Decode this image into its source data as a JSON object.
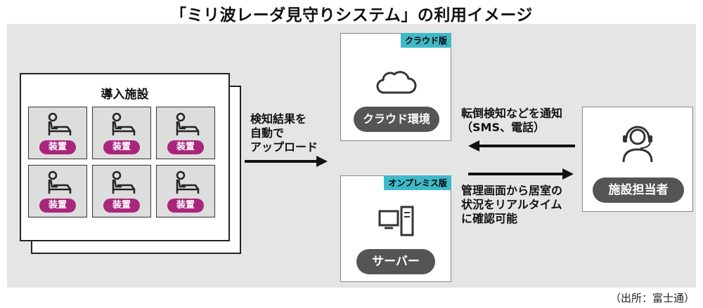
{
  "title": "「ミリ波レーダ見守りシステム」の利用イメージ",
  "facility": {
    "title": "導入施設",
    "device_label": "装置",
    "devices": [
      "装置",
      "装置",
      "装置",
      "装置",
      "装置",
      "装置"
    ]
  },
  "arrow_send": {
    "lines": [
      "検知結果を",
      "自動で",
      "アップロード"
    ]
  },
  "cloud": {
    "tag": "クラウド版",
    "label": "クラウド環境"
  },
  "onprem": {
    "tag": "オンプレミス版",
    "label": "サーバー"
  },
  "arrow_notify": {
    "lines": [
      "転倒検知などを通知",
      "（SMS、電話）"
    ]
  },
  "arrow_manage": {
    "lines": [
      "管理画面から居室の",
      "状況をリアルタイム",
      "に確認可能"
    ]
  },
  "staff": {
    "label": "施設担当者"
  },
  "source": "（出所：富士通）",
  "colors": {
    "badge": "#a8267c",
    "tag": "#3fb9c8",
    "pill": "#555555",
    "panel": "#e5e5e5"
  }
}
